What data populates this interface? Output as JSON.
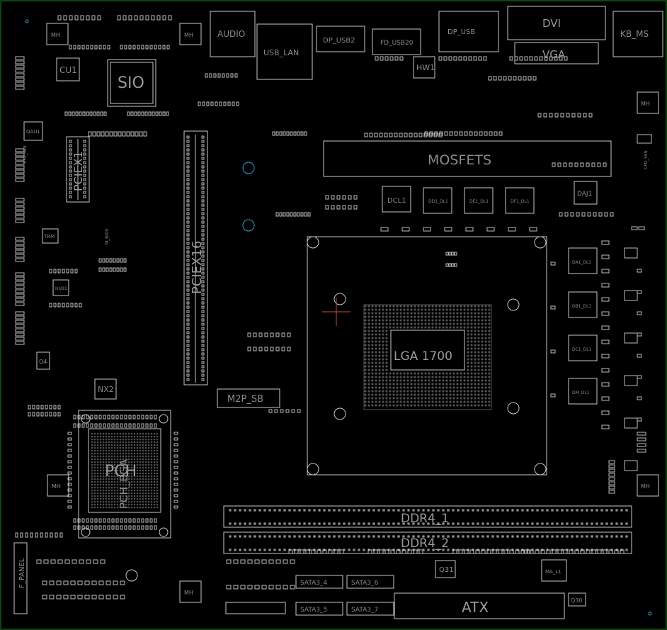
{
  "board": {
    "background": "#000000",
    "trace_color": "#c8c8c8",
    "label_color": "#8a8a8a",
    "edge_color": "#1a8a1a",
    "cross_color": "#c05050",
    "fiducial_color": "#3aa0c8"
  },
  "labels": {
    "audio": "AUDIO",
    "usb_lan": "USB_LAN",
    "usb_hdmi": "DP_USB2",
    "fd_usb": "FD_USB20",
    "dp": "DP_USB",
    "vga": "VGA",
    "dvi": "DVI",
    "kb_ms": "KB_MS",
    "sio": "SIO",
    "cu1": "CU1",
    "hw1": "HW1",
    "pciex1": "PCIEX1",
    "pciex16": "PCIEX16",
    "mosfets": "MOSFETS",
    "dcl1": "DCL1",
    "daj1": "DAJ1",
    "lga": "LGA 1700",
    "m2p": "M2P_SB",
    "pch": "PCH",
    "pch_bga": "PCH_BGA",
    "nx2": "NX2",
    "q4": "Q4",
    "trm": "TRM",
    "ddr1": "DDR4_1",
    "ddr2": "DDR4_2",
    "atx": "ATX",
    "q31": "Q31",
    "q30": "Q30",
    "ma_l1": "MA_L1",
    "sata1": "SATA3_4",
    "sata2": "SATA3_6",
    "sata3": "SATA3_5",
    "sata4": "SATA3_7",
    "fpanel": "F_PANEL",
    "mh": "MH",
    "da1": "DA1_DL1",
    "db1": "DB1_DL1",
    "dc1": "DC1_DL1",
    "dm1": "DM_DL1",
    "dd1": "DD1_DL1",
    "de1": "DE1_DL1",
    "df1": "DF1_DL1",
    "qau1": "QAU1",
    "hub1": "HUB1",
    "m_bios": "M_BIOS",
    "cpu_fan": "CPU_FAN",
    "sys_fan": "SYS_FAN"
  }
}
